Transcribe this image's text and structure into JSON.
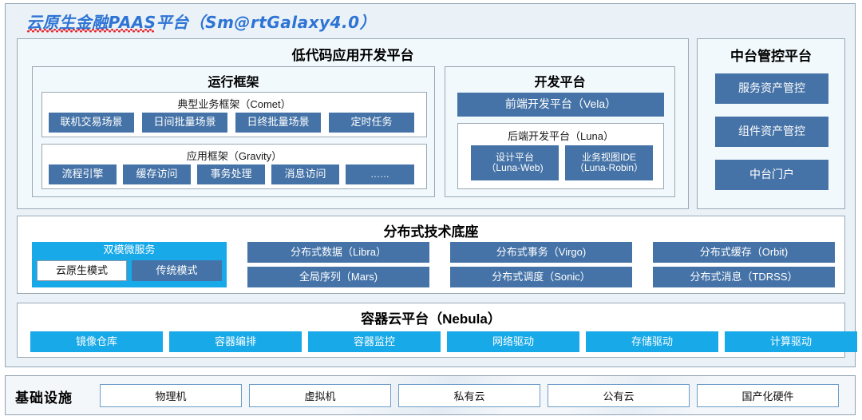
{
  "title": "云原生金融PAAS平台（Sm@rtGalaxy4.0）",
  "colors": {
    "title_blue": "#2e74d4",
    "squiggle_red": "#e8232a",
    "steel_blue": "#4573a7",
    "cyan": "#18a9e8",
    "panel_bg": "#eaf2f8",
    "subpanel_bg": "#f2f9fc"
  },
  "lowcode": {
    "header": "低代码应用开发平台",
    "runtime": {
      "header": "运行框架",
      "comet": {
        "header": "典型业务框架（Comet）",
        "items": [
          "联机交易场景",
          "日间批量场景",
          "日终批量场景",
          "定时任务"
        ]
      },
      "gravity": {
        "header": "应用框架（Gravity）",
        "items": [
          "流程引擎",
          "缓存访问",
          "事务处理",
          "消息访问",
          "……"
        ]
      }
    },
    "devplat": {
      "header": "开发平台",
      "frontend": "前端开发平台（Vela）",
      "backend": {
        "header": "后端开发平台（Luna）",
        "items": [
          "设计平台\n（Luna-Web)",
          "业务视图IDE\n（Luna-Robin）"
        ]
      }
    }
  },
  "midplatform": {
    "header": "中台管控平台",
    "items": [
      "服务资产管控",
      "组件资产管控",
      "中台门户"
    ]
  },
  "foundation": {
    "header": "分布式技术底座",
    "dualmode": {
      "header": "双模微服务",
      "items": [
        "云原生模式",
        "传统模式"
      ]
    },
    "columns": [
      [
        "分布式数据（Libra）",
        "全局序列（Mars)"
      ],
      [
        "分布式事务（Virgo)",
        "分布式调度（Sonic）"
      ],
      [
        "分布式缓存（Orbit)",
        "分布式消息（TDRSS）"
      ]
    ]
  },
  "container": {
    "header": "容器云平台（Nebula）",
    "items": [
      "镜像仓库",
      "容器编排",
      "容器监控",
      "网络驱动",
      "存储驱动",
      "计算驱动"
    ]
  },
  "infrastructure": {
    "label": "基础设施",
    "items": [
      "物理机",
      "虚拟机",
      "私有云",
      "公有云",
      "国产化硬件"
    ]
  }
}
